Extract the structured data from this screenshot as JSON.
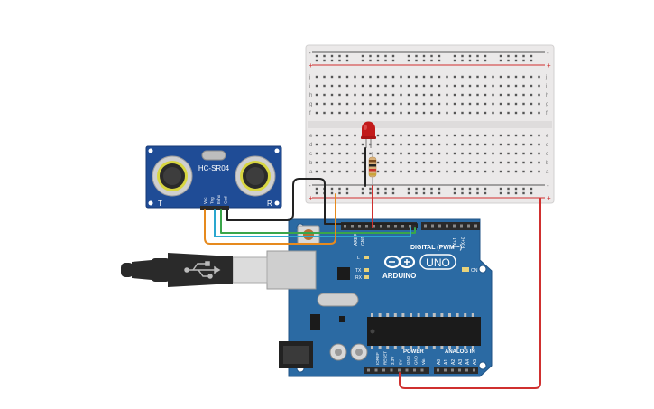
{
  "colors": {
    "board": "#2b6aa3",
    "sensor": "#1f4c96",
    "breadboard": "#eceaea",
    "wire_red": "#d0302f",
    "wire_black": "#222222",
    "wire_orange": "#e68a1e",
    "wire_blue": "#2aa7cf",
    "wire_green": "#3aa64a",
    "led": "#c21b1b"
  },
  "breadboard": {
    "row_letters_top": [
      "j",
      "i",
      "h",
      "g",
      "f"
    ],
    "row_letters_bottom": [
      "e",
      "d",
      "c",
      "b",
      "a"
    ],
    "rail_plus": "+",
    "rail_minus": "-"
  },
  "sensor": {
    "model": "HC-SR04",
    "left_marker": "T",
    "right_marker": "R",
    "pins": [
      "Vcc",
      "Trig",
      "Echo",
      "Gnd"
    ]
  },
  "arduino": {
    "brand": "ARDUINO",
    "model": "UNO",
    "digital_label": "DIGITAL (PWM ~)",
    "power_label": "POWER",
    "analog_label": "ANALOG IN",
    "led_l": "L",
    "led_tx": "TX",
    "led_rx": "RX",
    "led_on": "ON",
    "aref": "AREF",
    "gnd": "GND",
    "tx_pin": "TX+1",
    "rx_pin": "RX+0",
    "power_pins": [
      "IOREF",
      "RESET",
      "3.3V",
      "5V",
      "GND",
      "GND",
      "Vin"
    ],
    "analog_pins": [
      "A0",
      "A1",
      "A2",
      "A3",
      "A4",
      "A5"
    ]
  },
  "usb": {
    "icon": "usb-icon"
  }
}
